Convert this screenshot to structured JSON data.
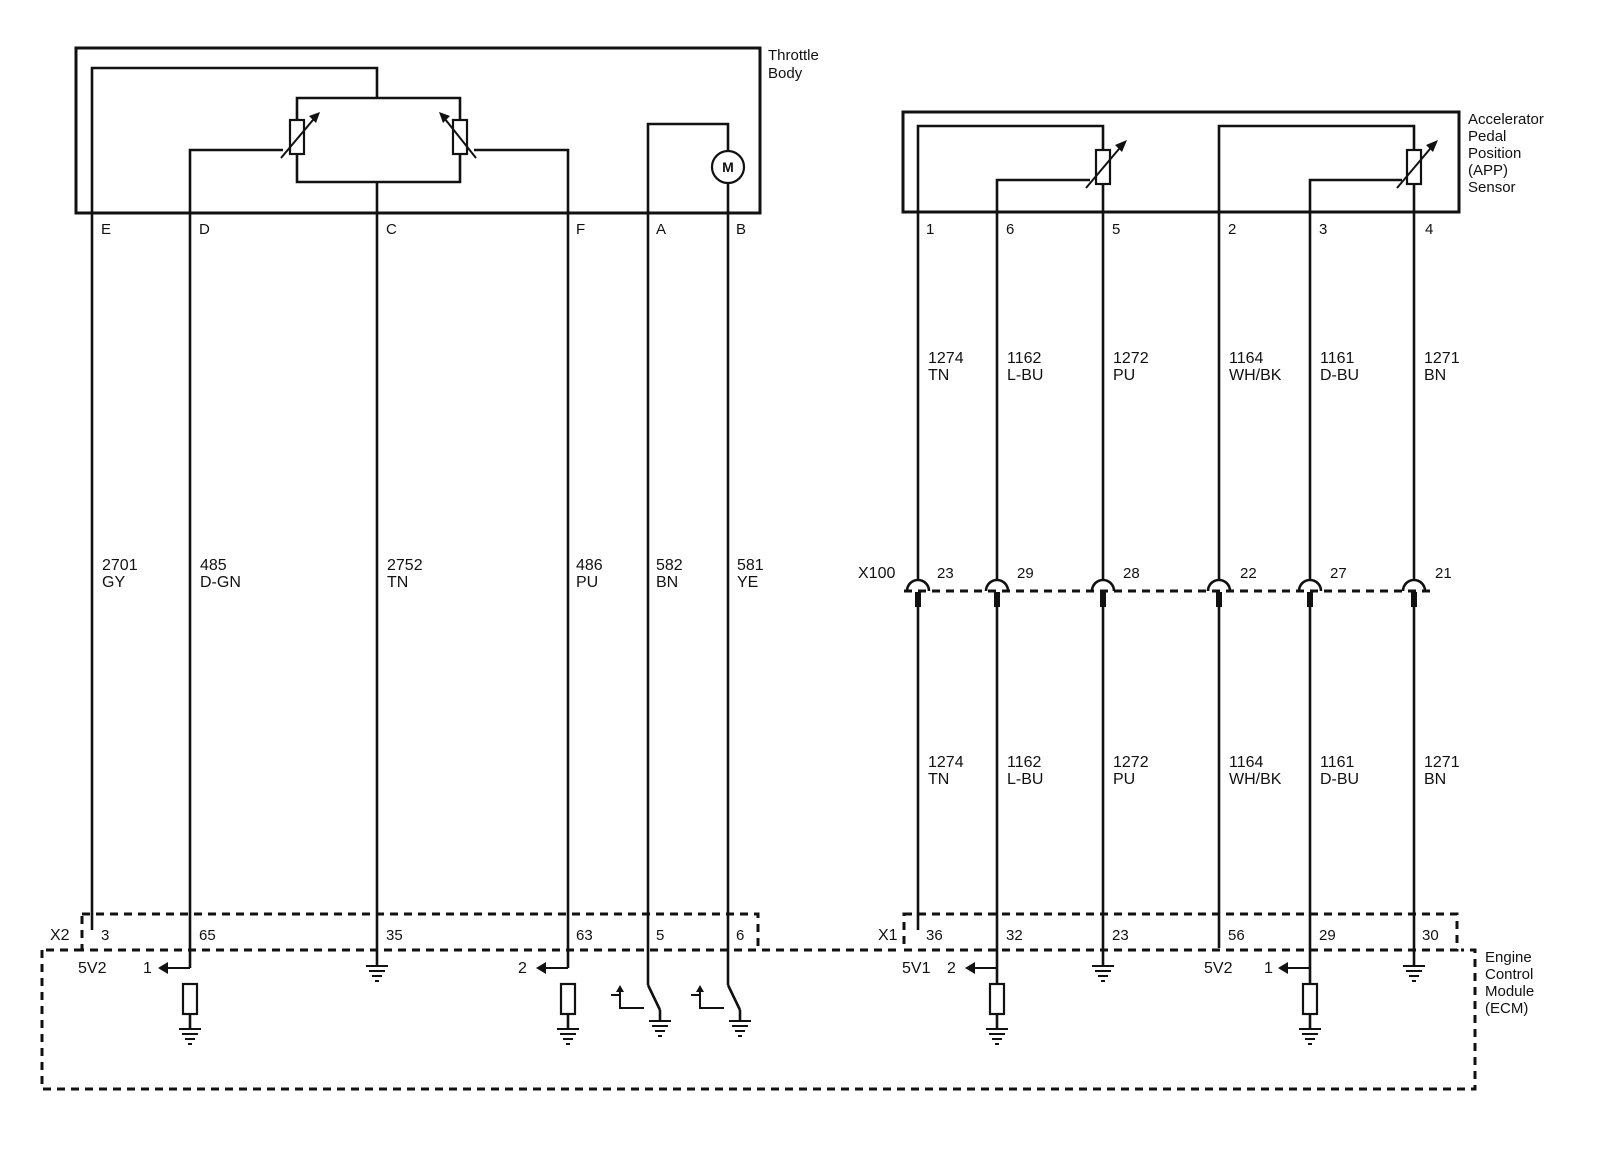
{
  "throttle_body": {
    "title_line1": "Throttle",
    "title_line2": "Body",
    "pins": [
      "E",
      "D",
      "C",
      "F",
      "A",
      "B"
    ],
    "motor_label": "M",
    "wires": [
      {
        "circuit": "2701",
        "color": "GY"
      },
      {
        "circuit": "485",
        "color": "D-GN"
      },
      {
        "circuit": "2752",
        "color": "TN"
      },
      {
        "circuit": "486",
        "color": "PU"
      },
      {
        "circuit": "582",
        "color": "BN"
      },
      {
        "circuit": "581",
        "color": "YE"
      }
    ]
  },
  "app_sensor": {
    "title_lines": [
      "Accelerator",
      "Pedal",
      "Position",
      "(APP)",
      "Sensor"
    ],
    "pins": [
      "1",
      "6",
      "5",
      "2",
      "3",
      "4"
    ],
    "upper_wires": [
      {
        "circuit": "1274",
        "color": "TN"
      },
      {
        "circuit": "1162",
        "color": "L-BU"
      },
      {
        "circuit": "1272",
        "color": "PU"
      },
      {
        "circuit": "1164",
        "color": "WH/BK"
      },
      {
        "circuit": "1161",
        "color": "D-BU"
      },
      {
        "circuit": "1271",
        "color": "BN"
      }
    ],
    "lower_wires": [
      {
        "circuit": "1274",
        "color": "TN"
      },
      {
        "circuit": "1162",
        "color": "L-BU"
      },
      {
        "circuit": "1272",
        "color": "PU"
      },
      {
        "circuit": "1164",
        "color": "WH/BK"
      },
      {
        "circuit": "1161",
        "color": "D-BU"
      },
      {
        "circuit": "1271",
        "color": "BN"
      }
    ]
  },
  "x100": {
    "name": "X100",
    "pins": [
      "23",
      "29",
      "28",
      "22",
      "27",
      "21"
    ]
  },
  "ecm": {
    "title_lines": [
      "Engine",
      "Control",
      "Module",
      "(ECM)"
    ],
    "x2": {
      "name": "X2",
      "pins": [
        "3",
        "65",
        "35",
        "63",
        "5",
        "6"
      ]
    },
    "x1": {
      "name": "X1",
      "pins": [
        "36",
        "32",
        "23",
        "56",
        "29",
        "30"
      ]
    },
    "refs": {
      "left_5v": "5V2",
      "left_ref1": "1",
      "left_ref2": "2",
      "right_5v1": "5V1",
      "right_ref2": "2",
      "right_5v2": "5V2",
      "right_ref1": "1"
    }
  }
}
